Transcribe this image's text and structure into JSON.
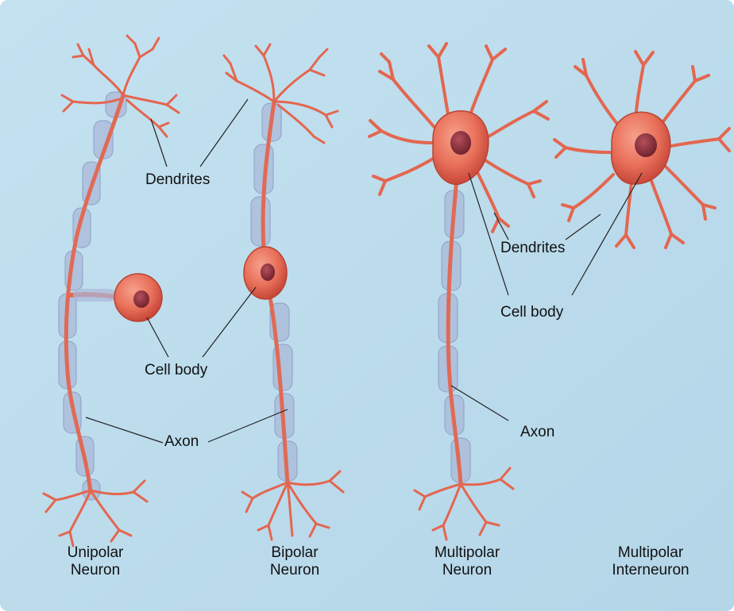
{
  "figure": {
    "labels": {
      "dendrites_left": "Dendrites",
      "cell_body_left": "Cell body",
      "axon_left": "Axon",
      "dendrites_right": "Dendrites",
      "cell_body_right": "Cell body",
      "axon_right": "Axon"
    },
    "captions": [
      {
        "line1": "Unipolar",
        "line2": "Neuron"
      },
      {
        "line1": "Bipolar",
        "line2": "Neuron"
      },
      {
        "line1": "Multipolar",
        "line2": "Neuron"
      },
      {
        "line1": "Multipolar",
        "line2": "Interneuron"
      }
    ],
    "colors": {
      "background": "#bcdcec",
      "neuron": "#e8705a",
      "neuron_dark": "#c8473a",
      "myelin": "#a9b8d8",
      "nucleus": "#8a2e36"
    }
  }
}
